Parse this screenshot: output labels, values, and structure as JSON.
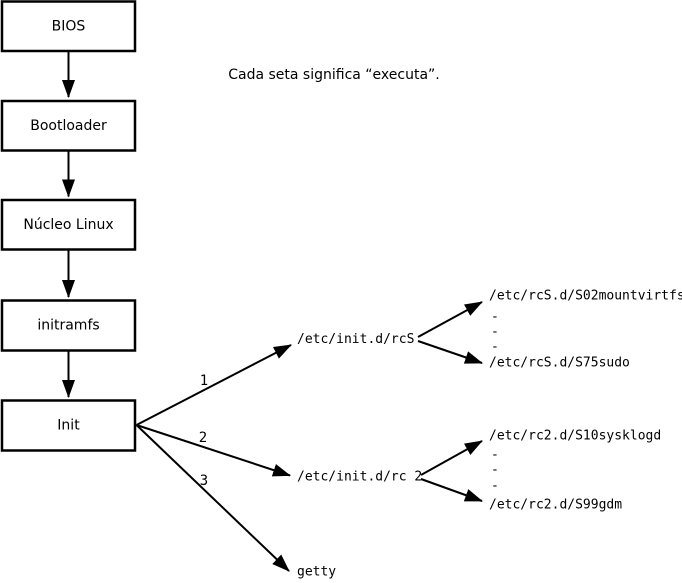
{
  "note": {
    "caption": "Cada seta significa “executa”."
  },
  "boxes": [
    {
      "label": "BIOS"
    },
    {
      "label": "Bootloader"
    },
    {
      "label": "Núcleo Linux"
    },
    {
      "label": "initramfs"
    },
    {
      "label": "Init"
    }
  ],
  "branches": [
    {
      "order": "1",
      "target": "/etc/init.d/rcS"
    },
    {
      "order": "2",
      "target": "/etc/init.d/rc 2"
    },
    {
      "order": "3",
      "target": "getty"
    }
  ],
  "rcS_scripts": {
    "first": "/etc/rcS.d/S02mountvirtfs",
    "dashes": [
      "-",
      "-",
      "-"
    ],
    "last": "/etc/rcS.d/S75sudo"
  },
  "rc2_scripts": {
    "first": "/etc/rc2.d/S10sysklogd",
    "dashes": [
      "-",
      "-",
      "-"
    ],
    "last": "/etc/rc2.d/S99gdm"
  },
  "colors": {
    "line": "#000000",
    "background": "#ffffff",
    "box_fill": "#ffffff"
  }
}
